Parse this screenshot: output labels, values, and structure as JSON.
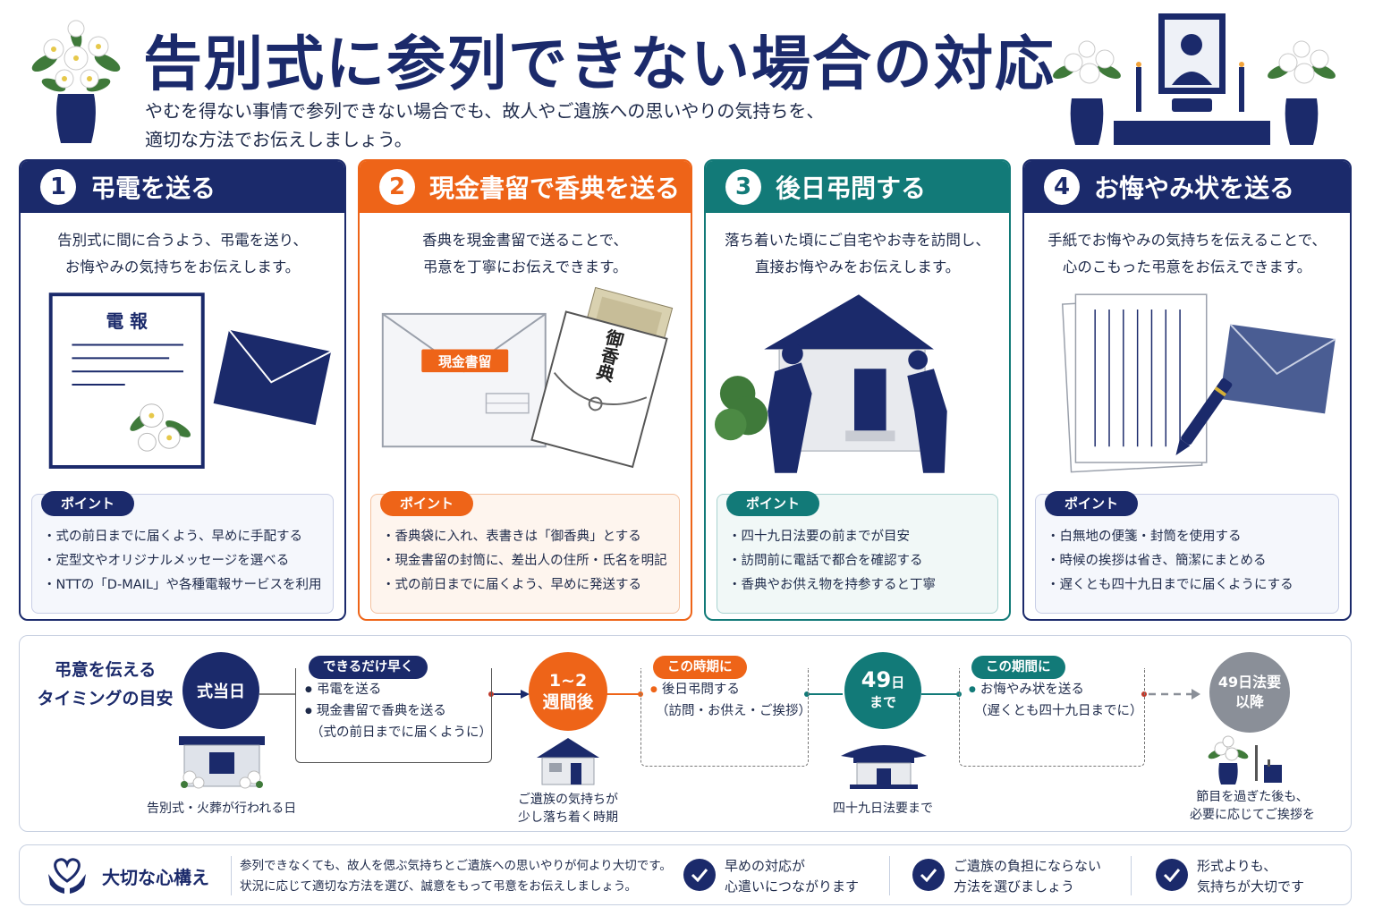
{
  "header": {
    "title": "告別式に参列できない場合の対応",
    "subtitle_line1": "やむを得ない事情で参列できない場合でも、故人やご遺族への思いやりの気持ちを、",
    "subtitle_line2": "適切な方法でお伝えしましょう。"
  },
  "point_label": "ポイント",
  "cards": [
    {
      "number": "1",
      "title": "弔電を送る",
      "desc_line1": "告別式に間に合うよう、弔電を送り、",
      "desc_line2": "お悔やみの気持ちをお伝えします。",
      "illustration_label": "電 報",
      "points": [
        "・式の前日までに届くよう、早めに手配する",
        "・定型文やオリジナルメッセージを選べる",
        "・NTTの「D-MAIL」や各種電報サービスを利用"
      ]
    },
    {
      "number": "2",
      "title": "現金書留で香典を送る",
      "desc_line1": "香典を現金書留で送ることで、",
      "desc_line2": "弔意を丁寧にお伝えできます。",
      "illustration_label": "現金書留",
      "envelope_label": "御香典",
      "points": [
        "・香典袋に入れ、表書きは「御香典」とする",
        "・現金書留の封筒に、差出人の住所・氏名を明記",
        "・式の前日までに届くよう、早めに発送する"
      ]
    },
    {
      "number": "3",
      "title": "後日弔問する",
      "desc_line1": "落ち着いた頃にご自宅やお寺を訪問し、",
      "desc_line2": "直接お悔やみをお伝えします。",
      "points": [
        "・四十九日法要の前までが目安",
        "・訪問前に電話で都合を確認する",
        "・香典やお供え物を持参すると丁寧"
      ]
    },
    {
      "number": "4",
      "title": "お悔やみ状を送る",
      "desc_line1": "手紙でお悔やみの気持ちを伝えることで、",
      "desc_line2": "心のこもった弔意をお伝えできます。",
      "points": [
        "・白無地の便箋・封筒を使用する",
        "・時候の挨拶は省き、簡潔にまとめる",
        "・遅くとも四十九日までに届くようにする"
      ]
    }
  ],
  "timeline": {
    "label_line1": "弔意を伝える",
    "label_line2": "タイミングの目安",
    "stage1": {
      "circle": "式当日",
      "caption": "告別式・火葬が行われる日"
    },
    "box1": {
      "tag": "できるだけ早く",
      "line1": "弔電を送る",
      "line2": "現金書留で香典を送る",
      "line3": "（式の前日までに届くように）"
    },
    "stage2": {
      "circle_line1": "1~2",
      "circle_line2": "週間後",
      "caption_line1": "ご遺族の気持ちが",
      "caption_line2": "少し落ち着く時期"
    },
    "box2": {
      "tag": "この時期に",
      "line1": "後日弔問する",
      "line2": "（訪問・お供え・ご挨拶）"
    },
    "stage3": {
      "circle_big": "49",
      "circle_small": "日",
      "circle_line2": "まで",
      "caption": "四十九日法要まで"
    },
    "box3": {
      "tag": "この期間に",
      "line1": "お悔やみ状を送る",
      "line2": "（遅くとも四十九日までに）"
    },
    "stage4": {
      "circle_line1": "49日法要",
      "circle_line2": "以降",
      "caption_line1": "節目を過ぎた後も、",
      "caption_line2": "必要に応じてご挨拶を"
    }
  },
  "bottom": {
    "title": "大切な心構え",
    "text_line1": "参列できなくても、故人を偲ぶ気持ちとご遺族への思いやりが何より大切です。",
    "text_line2": "状況に応じて適切な方法を選び、誠意をもって弔意をお伝えしましょう。",
    "checks": [
      {
        "line1": "早めの対応が",
        "line2": "心遣いにつながります"
      },
      {
        "line1": "ご遺族の負担にならない",
        "line2": "方法を選びましょう"
      },
      {
        "line1": "形式よりも、",
        "line2": "気持ちが大切です"
      }
    ]
  },
  "colors": {
    "navy": "#1b2a6b",
    "orange": "#ee6418",
    "teal": "#127a78",
    "gray": "#8a8f98"
  },
  "icons": [
    "flower-vase-icon",
    "altar-icon",
    "telegram-icon",
    "envelope-icon",
    "money-envelope-icon",
    "house-icon",
    "bowing-people-icon",
    "letter-icon",
    "pen-icon",
    "hands-heart-icon",
    "check-icon"
  ]
}
